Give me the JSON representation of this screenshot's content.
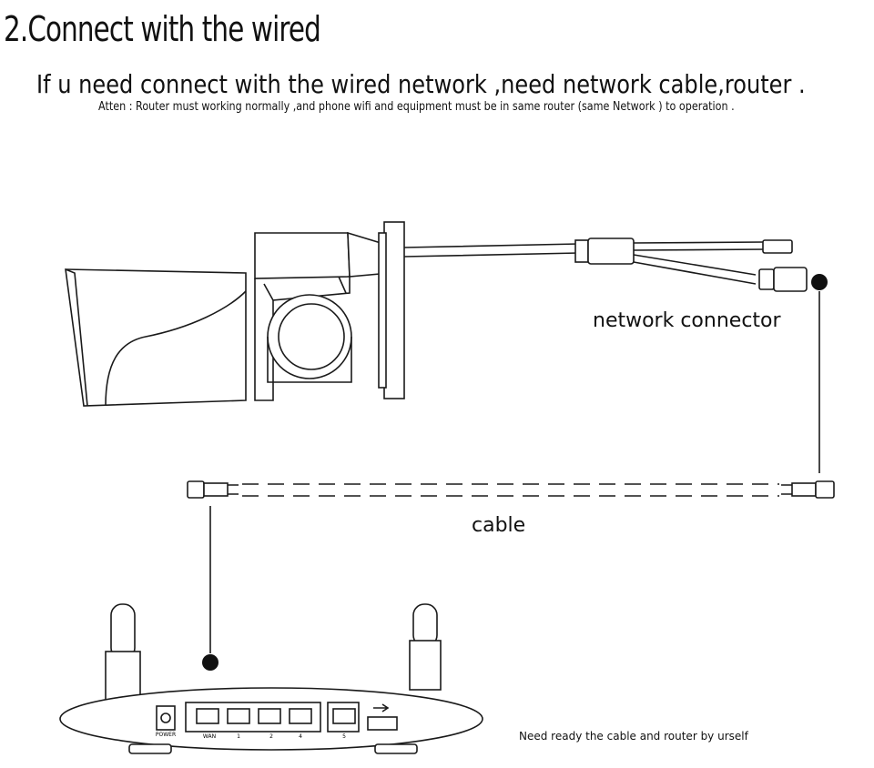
{
  "heading": "2.Connect with the wired",
  "subheading": "If u need connect with the wired network ,need network cable,router .",
  "attention": "Atten : Router must working normally ,and phone wifi and equipment must be in same router (same Network ) to operation .",
  "labels": {
    "network_connector": "network connector",
    "cable": "cable",
    "ready_note": "Need ready the cable and router by urself"
  },
  "router_labels": {
    "power": "POWER",
    "wan": "WAN",
    "port1": "1",
    "port2": "2",
    "port4": "4",
    "port5": "5"
  }
}
